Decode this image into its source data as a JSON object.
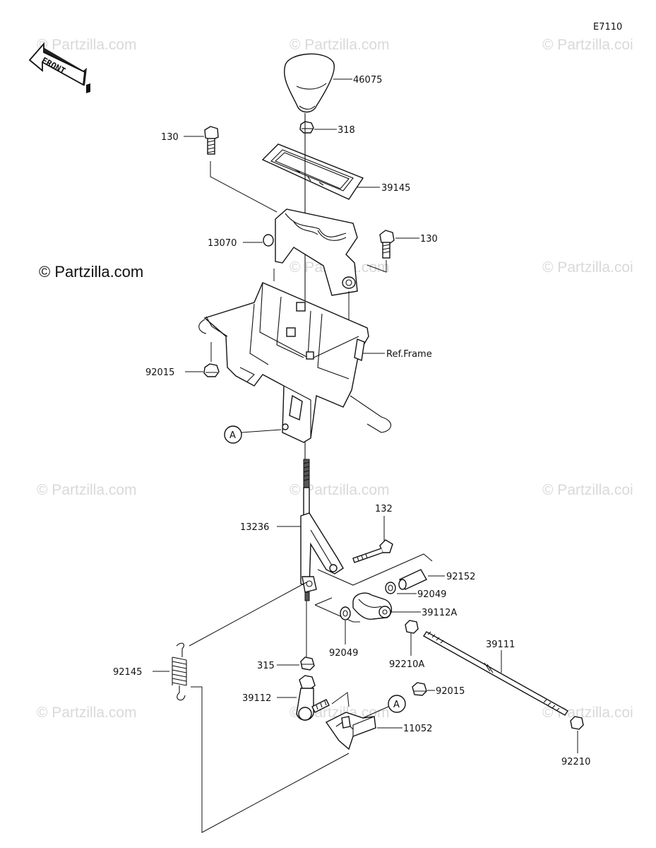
{
  "diagram_code": "E7110",
  "watermark": "© Partzilla.com",
  "watermark_fragment": "© Partzilla.coi",
  "front_label": "FRONT",
  "parts": {
    "p46075": "46075",
    "p318": "318",
    "p130a": "130",
    "p39145": "39145",
    "p13070": "13070",
    "p130b": "130",
    "p_ref_frame": "Ref.Frame",
    "p92015a": "92015",
    "p_a1": "A",
    "p132": "132",
    "p13236": "13236",
    "p92152": "92152",
    "p92049a": "92049",
    "p39112A": "39112A",
    "p92049b": "92049",
    "p92210A": "92210A",
    "p39111": "39111",
    "p92145": "92145",
    "p315": "315",
    "p39112": "39112",
    "p92015b": "92015",
    "p_a2": "A",
    "p11052": "11052",
    "p92210": "92210"
  }
}
